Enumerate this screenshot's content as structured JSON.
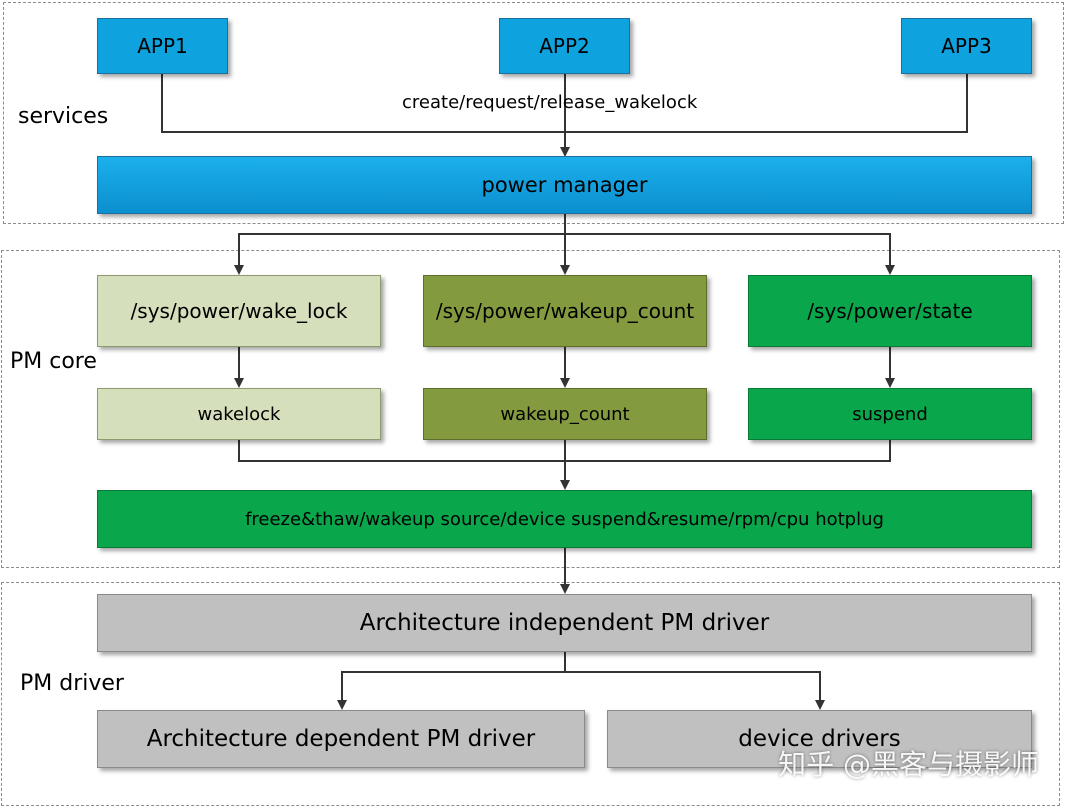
{
  "regions": {
    "services": "services",
    "pm_core": "PM core",
    "pm_driver": "PM driver"
  },
  "apps": [
    "APP1",
    "APP2",
    "APP3"
  ],
  "edge_label": "create/request/release_wakelock",
  "power_manager": "power manager",
  "sysfs": {
    "wake_lock": "/sys/power/wake_lock",
    "wakeup_count": "/sys/power/wakeup_count",
    "state": "/sys/power/state"
  },
  "core": {
    "wakelock": "wakelock",
    "wakeup_count": "wakeup_count",
    "suspend": "suspend",
    "bottom": "freeze&thaw/wakeup source/device suspend&resume/rpm/cpu hotplug"
  },
  "driver": {
    "independent": "Architecture independent PM driver",
    "dependent": "Architecture dependent PM driver",
    "device": "device drivers"
  },
  "watermark": "知乎 @黑客与摄影师",
  "colors": {
    "app_blue": "#0ea3de",
    "light_green": "#d5dfbb",
    "olive": "#849a3f",
    "green": "#0aa64b",
    "grey": "#c0c0c0"
  }
}
